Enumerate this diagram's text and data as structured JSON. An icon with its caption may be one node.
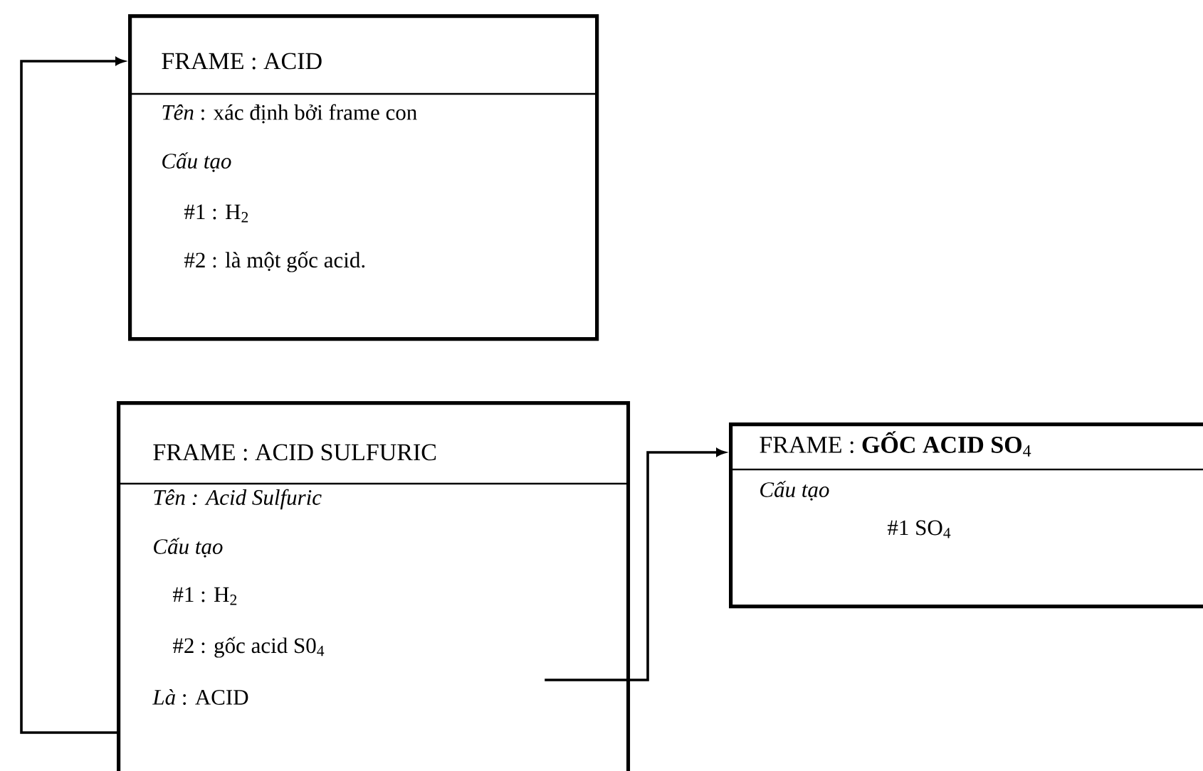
{
  "diagram": {
    "nodes": [
      {
        "text": [
          "FRAME : ACID",
          "*Tên* : xác định bởi frame con",
          "Cấu tạo",
          "#1 : H$_{2}$",
          "#2 : là một gốc acid."
        ]
      },
      {
        "text": [
          "FRAME : ACID SULFURIC",
          "Tên : Acid Sulfuric",
          "Cấu tạo",
          "#1 : H$_{2}$",
          "#2 : gốc acid S0$_{4}$",
          "*Là* : ACID"
        ]
      },
      {
        "text": [
          "FRAME : **GỐC ACID SO**$_{4}$",
          "Cấu tạo",
          "#1   SO$_{4}$"
        ]
      }
    ],
    "edges": [
      {
        "from": 1,
        "to": 0,
        "arrow": "to"
      },
      {
        "from": 1,
        "to": 2,
        "arrow": "to"
      }
    ]
  }
}
